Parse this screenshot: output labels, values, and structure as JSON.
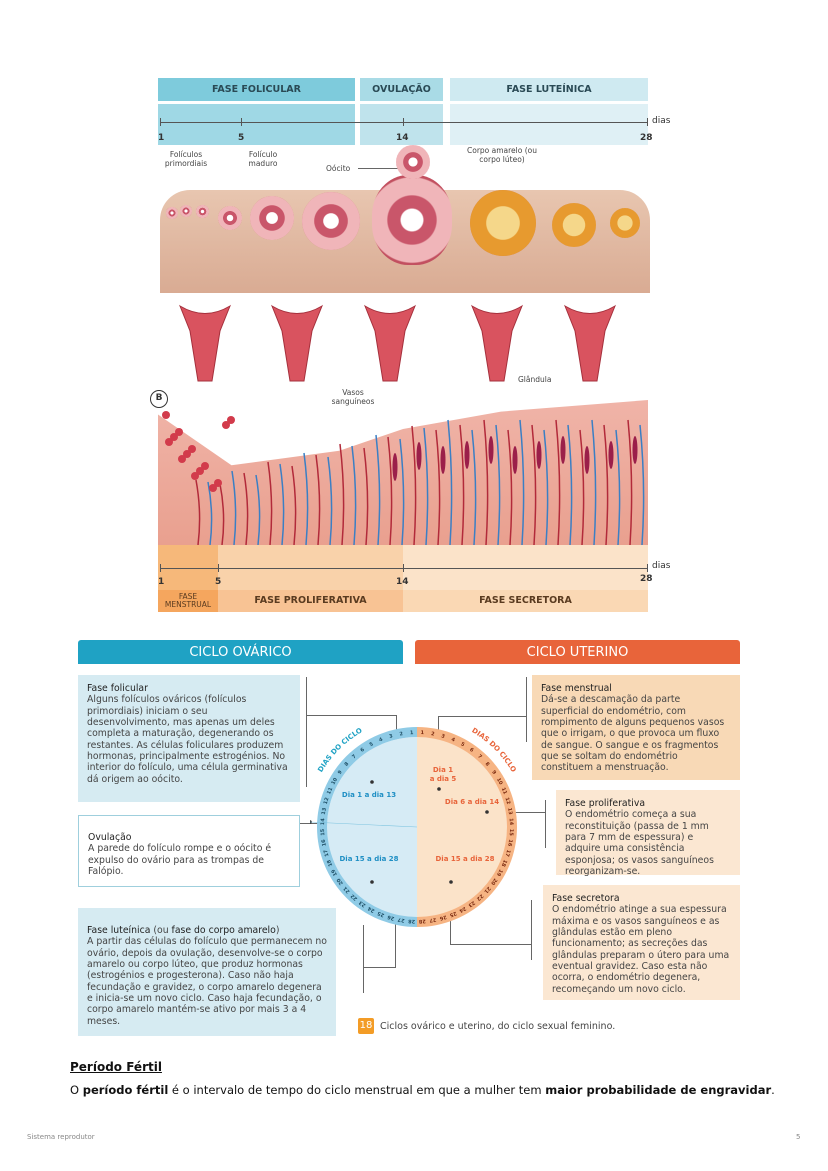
{
  "ovarian_timeline": {
    "phases": [
      "FASE FOLICULAR",
      "OVULAÇÃO",
      "FASE LUTEÍNICA"
    ],
    "ticks": [
      "1",
      "5",
      "14",
      "28"
    ],
    "unit": "dias",
    "labels": {
      "primordial": "Folículos primordiais",
      "mature": "Folículo maduro",
      "oocyte": "Oócito",
      "corpus": "Corpo amarelo (ou corpo lúteo)"
    }
  },
  "uterine_timeline": {
    "marker": "B",
    "labels": {
      "vessels": "Vasos sanguíneos",
      "gland": "Glândula"
    },
    "ticks": [
      "1",
      "5",
      "14",
      "28"
    ],
    "unit": "dias",
    "phases": [
      "FASE MENSTRUAL",
      "FASE PROLIFERATIVA",
      "FASE SECRETORA"
    ]
  },
  "cycles": {
    "ovarian_title": "CICLO OVÁRICO",
    "uterine_title": "CICLO UTERINO",
    "ring_label": "DIAS DO CICLO",
    "sectors": {
      "ov_a": "Dia 1 a dia 13",
      "ov_b": "Dia 15 a dia 28",
      "ut_a": "Dia 1 a dia 5",
      "ut_b": "Dia 6 a dia 14",
      "ut_c": "Dia 15 a dia 28"
    },
    "boxes": {
      "folicular_title": "Fase folicular",
      "folicular_text": "Alguns folículos ováricos (folículos primordiais) iniciam o seu desenvolvimento, mas apenas um deles completa a maturação, degenerando os restantes. As células foliculares produzem hormonas, principalmente estrogénios. No interior do folículo, uma célula germinativa dá origem ao oócito.",
      "ovulation_title": "Ovulação",
      "ovulation_text": "A parede do folículo rompe e o oócito é expulso do ovário para as trompas de Falópio.",
      "luteal_title": "Fase luteínica",
      "luteal_mid": " (ou ",
      "luteal_title2": "fase do corpo amarelo",
      "luteal_end": ")",
      "luteal_text": "A partir das células do folículo que permanecem no ovário, depois da ovulação, desenvolve-se o corpo amarelo ou corpo lúteo, que produz hormonas (estrogénios e progesterona). Caso não haja fecundação e gravidez, o corpo amarelo degenera e inicia-se um novo ciclo. Caso haja fecundação, o corpo amarelo mantém-se ativo por mais 3 a 4 meses.",
      "menstrual_title": "Fase menstrual",
      "menstrual_text": "Dá-se a descamação da parte superficial do endométrio, com rompimento de alguns pequenos vasos que o irrigam, o que provoca um fluxo de sangue. O sangue e os fragmentos que se soltam do endométrio constituem a menstruação.",
      "proliferative_title": "Fase proliferativa",
      "proliferative_text": "O endométrio começa a sua reconstituição (passa de 1 mm para 7 mm de espessura) e adquire uma consistência esponjosa; os vasos sanguíneos reorganizam-se.",
      "secretory_title": "Fase secretora",
      "secretory_text": "O endométrio atinge a sua espessura máxima e os vasos sanguíneos e as glândulas estão em pleno funcionamento; as secreções das glândulas preparam o útero para uma eventual gravidez. Caso esta não ocorra, o endométrio degenera, recomeçando um novo ciclo."
    },
    "figure_number": "18",
    "caption": "Ciclos ovárico e uterino, do ciclo sexual feminino."
  },
  "fertile": {
    "heading": "Período Fértil",
    "p1": "O ",
    "p2": "período fértil",
    "p3": " é o intervalo de tempo do ciclo menstrual em que a mulher tem ",
    "p4": "maior probabilidade de engravidar",
    "p5": "."
  },
  "footer": {
    "left": "Sistema reprodutor",
    "right": "5"
  },
  "colors": {
    "ovarian": "#1fa2c4",
    "uterine": "#e8643a",
    "blue_light": "#d6ebf5",
    "orange_light": "#fbe3c9"
  }
}
